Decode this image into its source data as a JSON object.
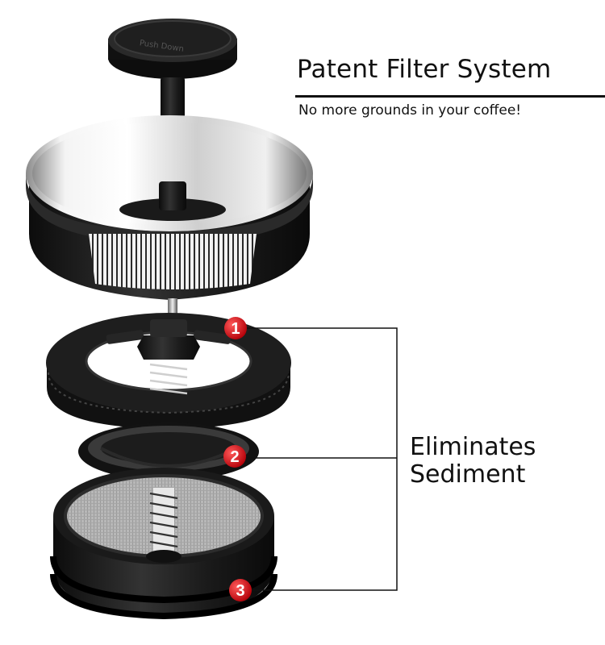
{
  "header": {
    "title": "Patent Filter System",
    "subtitle": "No more grounds in your coffee!"
  },
  "knob": {
    "engraving_top": "",
    "engraving_bottom": "Push Down"
  },
  "callout": {
    "line1": "Eliminates",
    "line2": "Sediment"
  },
  "markers": [
    {
      "label": "1"
    },
    {
      "label": "2"
    },
    {
      "label": "3"
    }
  ],
  "colors": {
    "marker_red": "#d9141a",
    "plastic_black": "#1b1b1b",
    "steel": "#d9d9d9",
    "text": "#111111"
  }
}
